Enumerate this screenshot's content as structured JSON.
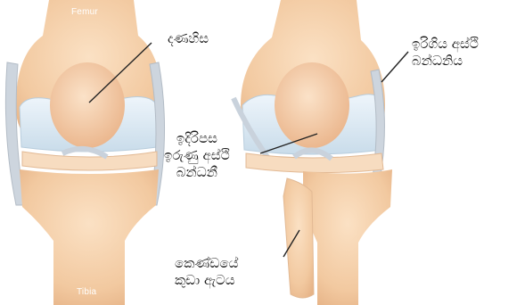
{
  "diagram": {
    "bone_labels": {
      "femur": "Femur",
      "tibia": "Tibia"
    },
    "labels": {
      "kneecap": "දණහිස",
      "medial_collateral": "ඉරිගිය අස්ථි\nබන්ධනිය",
      "cruciate": "ඉදිරිපස\nඉරුණු අස්ථි\nබන්ධනී",
      "fibula": "කෙණ්ඩයේ\nකුඩා ඇටය"
    },
    "colors": {
      "bone": "#f3cda5",
      "cartilage": "#d9e8f3",
      "ligament": "#cfd6de",
      "leader": "#222222"
    }
  }
}
